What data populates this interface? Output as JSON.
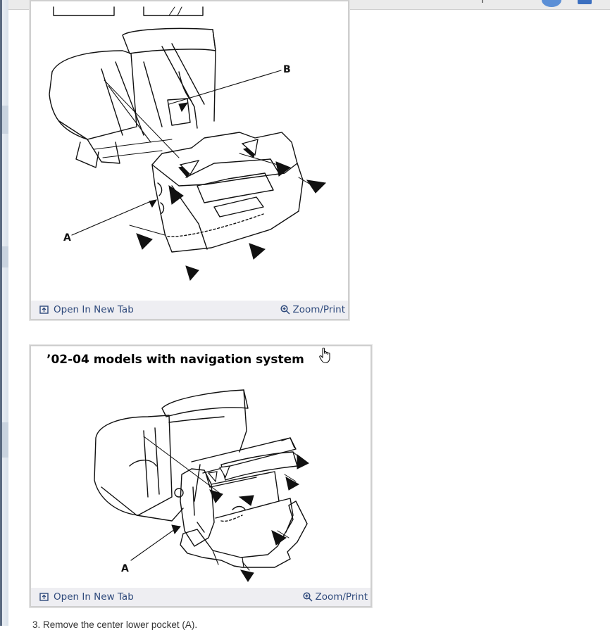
{
  "figures": [
    {
      "callouts": {
        "label_a": "A",
        "label_b": "B"
      },
      "actions": {
        "open_new_tab": "Open In New Tab",
        "zoom_print": "Zoom/Print"
      }
    },
    {
      "caption": "’02-04 models with navigation system",
      "callouts": {
        "label_a": "A"
      },
      "actions": {
        "open_new_tab": "Open In New Tab",
        "zoom_print": "Zoom/Print"
      }
    }
  ],
  "step_text": "3. Remove the center lower pocket (A).",
  "colors": {
    "action_text": "#2f4a7c",
    "action_bar": "#eeeef2",
    "accent": "#5b8fd6"
  },
  "icons": [
    "open-new-tab-icon",
    "zoom-icon",
    "hand-cursor-icon",
    "user-avatar-icon",
    "notification-icon"
  ]
}
